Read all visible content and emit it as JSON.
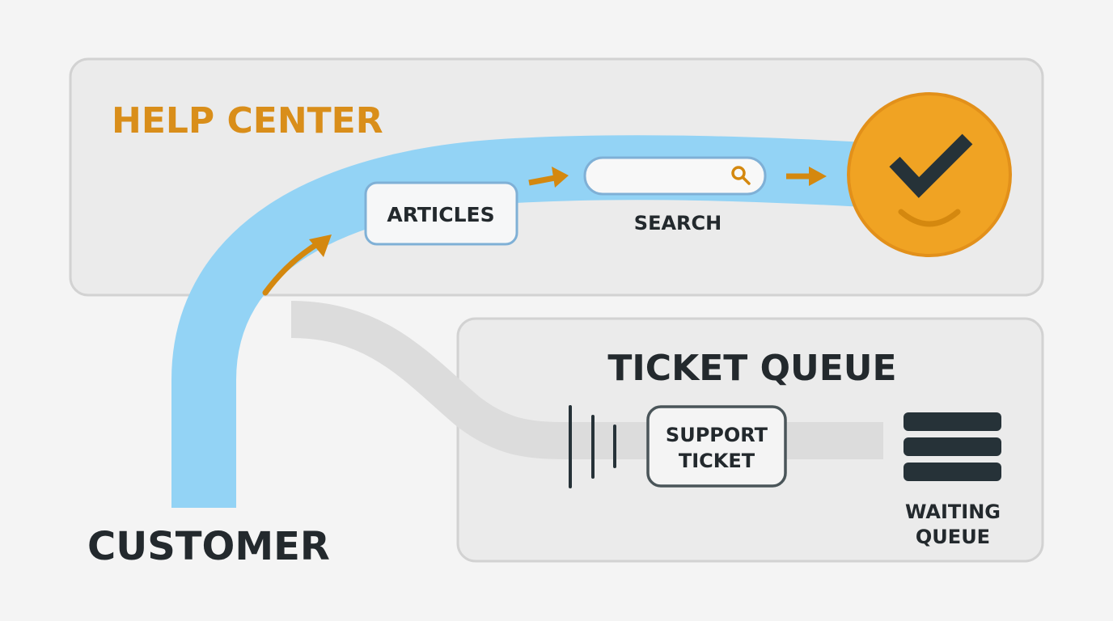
{
  "help_center": {
    "title": "HELP CENTER",
    "articles": "ARTICLES",
    "search_label": "SEARCH",
    "search_placeholder": ""
  },
  "ticket_queue": {
    "title": "TICKET QUEUE",
    "ticket_line1": "SUPPORT",
    "ticket_line2": "TICKET",
    "waiting_line1": "WAITING",
    "waiting_line2": "QUEUE"
  },
  "customer": "CUSTOMER",
  "colors": {
    "accent": "#d98e1a",
    "flow": "#93d3f5",
    "success": "#f0a323",
    "dark": "#263238"
  }
}
